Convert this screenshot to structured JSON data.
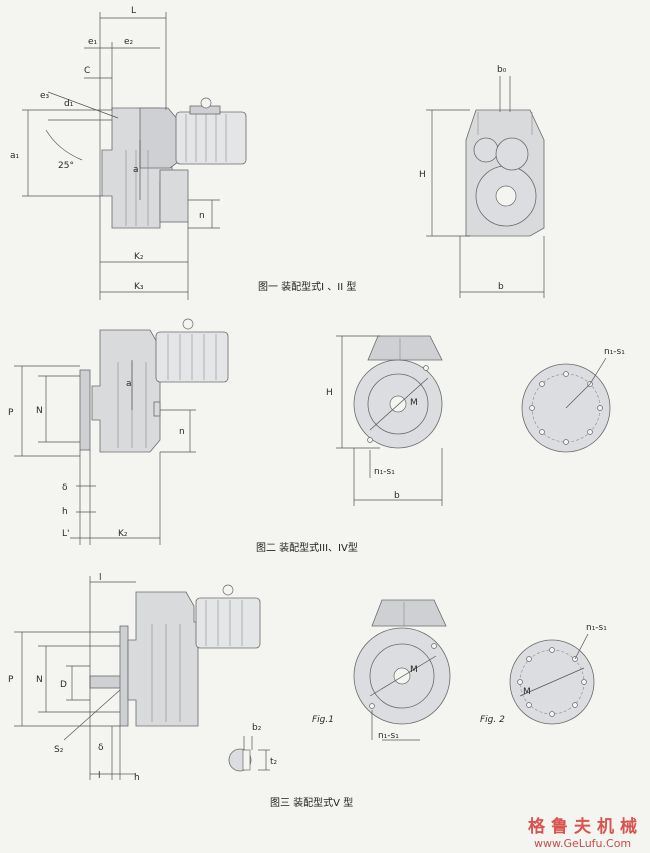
{
  "figure1": {
    "caption": "图一    装配型式I 、II 型",
    "labels": {
      "L": "L",
      "e1": "e₁",
      "e2": "e₂",
      "C": "C",
      "f1": "e₃",
      "d1": "d₁",
      "a1": "a₁",
      "angle": "25°",
      "a": "a",
      "n": "n",
      "K2": "K₂",
      "K3": "K₃",
      "b0": "b₀",
      "H": "H",
      "b": "b"
    }
  },
  "figure2": {
    "caption": "图二    装配型式III、IV型",
    "labels": {
      "P": "P",
      "N": "N",
      "a": "a",
      "n": "n",
      "delta": "δ",
      "h": "h",
      "Lp": "L'",
      "K2": "K₂",
      "H": "H",
      "M": "M",
      "n1s1": "n₁-s₁",
      "b": "b",
      "n1s1b": "n₁-s₁"
    }
  },
  "figure3": {
    "caption": "图三    装配型式V 型",
    "labels": {
      "l_top": "l",
      "P": "P",
      "N": "N",
      "D": "D",
      "S2": "S₂",
      "delta": "δ",
      "l_bot": "l",
      "h": "h",
      "b2": "b₂",
      "t2": "t₂",
      "M": "M",
      "n1s1": "n₁-s₁",
      "n1s1b": "n₁-s₁",
      "fig1": "Fig.1",
      "fig2": "Fig. 2"
    }
  },
  "watermark": {
    "cn": "格鲁夫机械",
    "url": "www.GeLufu.Com"
  },
  "colors": {
    "watermark": "#d9534f",
    "line": "#555555"
  }
}
